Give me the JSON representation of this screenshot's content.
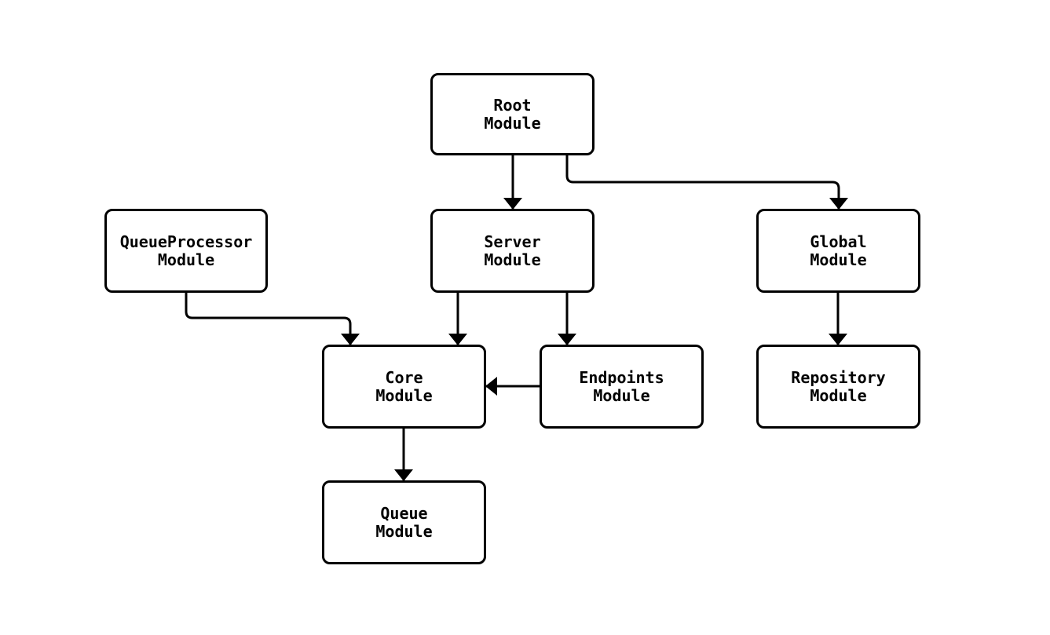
{
  "diagram": {
    "type": "module-dependency-graph",
    "background_color": "#ffffff",
    "stroke_color": "#000000",
    "node_fill_color": "#ffffff",
    "nodes": {
      "root": {
        "label": "Root\nModule"
      },
      "queue_processor": {
        "label": "QueueProcessor\nModule"
      },
      "server": {
        "label": "Server\nModule"
      },
      "global": {
        "label": "Global\nModule"
      },
      "core": {
        "label": "Core\nModule"
      },
      "endpoints": {
        "label": "Endpoints\nModule"
      },
      "repository": {
        "label": "Repository\nModule"
      },
      "queue": {
        "label": "Queue\nModule"
      }
    },
    "edges": [
      {
        "from": "Root Module",
        "to": "Server Module"
      },
      {
        "from": "Root Module",
        "to": "Global Module"
      },
      {
        "from": "QueueProcessor Module",
        "to": "Core Module"
      },
      {
        "from": "Server Module",
        "to": "Core Module"
      },
      {
        "from": "Server Module",
        "to": "Endpoints Module"
      },
      {
        "from": "Endpoints Module",
        "to": "Core Module"
      },
      {
        "from": "Global Module",
        "to": "Repository Module"
      },
      {
        "from": "Core Module",
        "to": "Queue Module"
      }
    ]
  }
}
